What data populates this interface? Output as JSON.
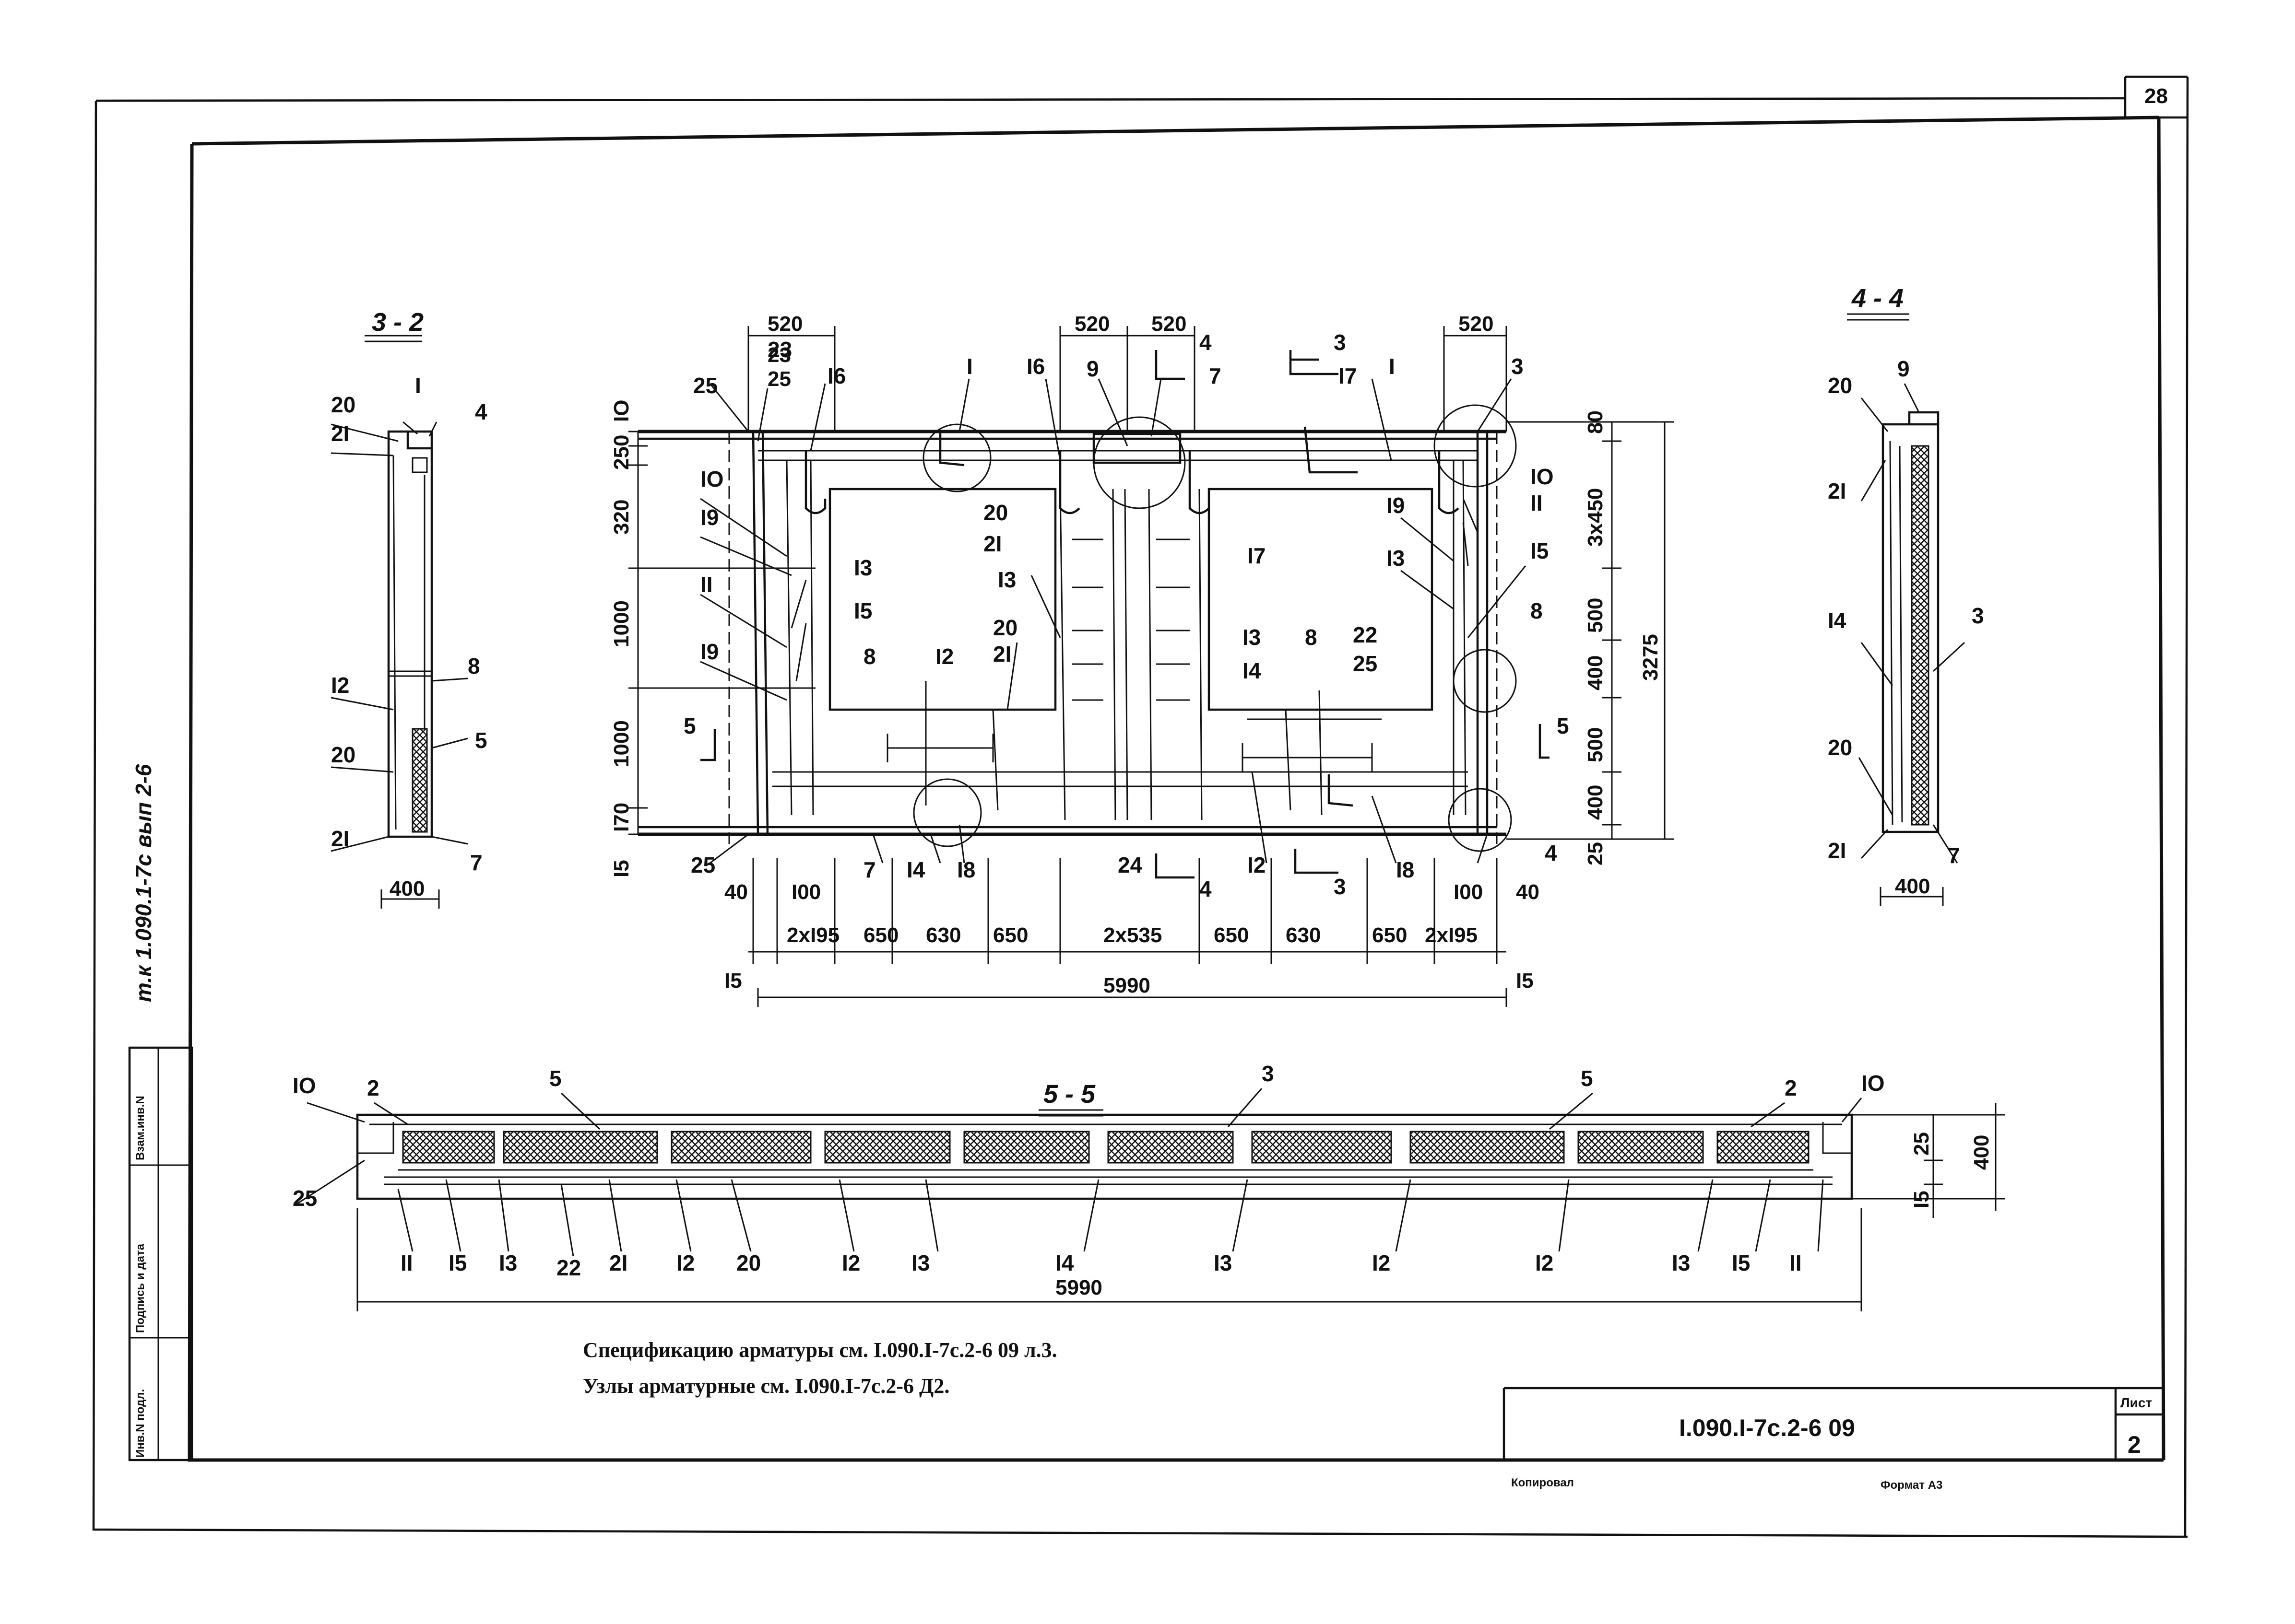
{
  "sheet": {
    "page_number": "28",
    "side_stamp": "т.к 1.090.1-7с вып 2-6",
    "side_columns": [
      "Инв.N подл.",
      "Подпись и дата",
      "Взам.инв.N"
    ],
    "notes": [
      "Спецификацию арматуры см. I.090.I-7c.2-6 09 л.3.",
      "Узлы арматурные см. I.090.I-7c.2-6 Д2."
    ],
    "title_block": {
      "code": "I.090.I-7c.2-6 09",
      "sheet_label": "Лист",
      "sheet_no": "2"
    },
    "footer_left": "Копировал",
    "footer_right": "Формат А3"
  },
  "sections": {
    "s32": "3 - 2",
    "s44": "4 - 4",
    "s55": "5 - 5"
  },
  "front_view": {
    "top_dims": [
      "520",
      "23",
      "25",
      "520",
      "520"
    ],
    "right_top_dim": "520",
    "left_dims": [
      "IO",
      "250",
      "320",
      "1000",
      "1000",
      "I70",
      "I5"
    ],
    "right_dims": [
      "80",
      "3x450",
      "500",
      "400",
      "500",
      "400",
      "25"
    ],
    "overall_height": "3275",
    "bottom_row1": [
      "40",
      "I00",
      "I00",
      "40"
    ],
    "bottom_row2": [
      "2xI95",
      "650",
      "630",
      "650",
      "2x535",
      "650",
      "630",
      "650",
      "2xI95"
    ],
    "overall_width": "5990",
    "edge_dims": [
      "I5",
      "I5"
    ],
    "section_marks": [
      "3",
      "3",
      "4",
      "4",
      "5",
      "5"
    ],
    "callouts": [
      "I",
      "I",
      "3",
      "4",
      "8",
      "9",
      "25",
      "23",
      "I6",
      "I6",
      "7",
      "I7",
      "I7",
      "IO",
      "I9",
      "II",
      "I9",
      "I3",
      "I5",
      "8",
      "I2",
      "20",
      "2I",
      "I3",
      "20",
      "2I",
      "I3",
      "I4",
      "8",
      "22",
      "25",
      "IO",
      "II",
      "I9",
      "I3",
      "I5",
      "I4",
      "I8",
      "24",
      "I2",
      "I8",
      "7",
      "25"
    ]
  },
  "section_32": {
    "callouts": [
      "20",
      "2I",
      "I",
      "4",
      "I2",
      "8",
      "20",
      "5",
      "2I",
      "7"
    ],
    "width": "400"
  },
  "section_44": {
    "callouts": [
      "9",
      "20",
      "2I",
      "3",
      "I4",
      "20",
      "2I",
      "7"
    ],
    "width": "400"
  },
  "section_55": {
    "top_callouts": [
      "IO",
      "2",
      "5",
      "3",
      "5",
      "2",
      "IO"
    ],
    "bottom_callouts": [
      "II",
      "I5",
      "I3",
      "22",
      "2I",
      "I2",
      "20",
      "I2",
      "I3",
      "I4",
      "I3",
      "I2",
      "I2",
      "I3",
      "I5",
      "II"
    ],
    "left_callout": "25",
    "right_dims": [
      "25",
      "I5"
    ],
    "height": "400",
    "length": "5990"
  }
}
